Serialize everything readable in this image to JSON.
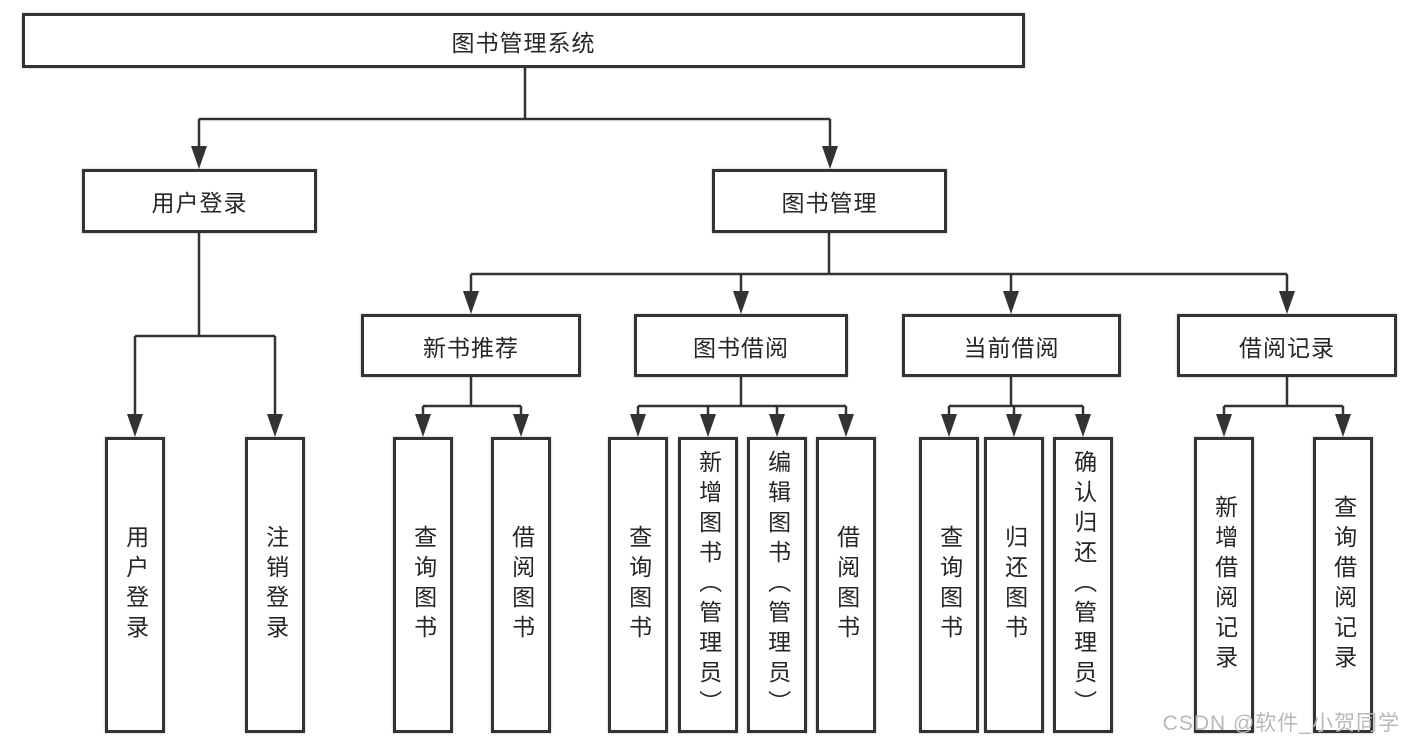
{
  "tree": {
    "root": {
      "label": "图书管理系统",
      "children": [
        {
          "label": "用户登录",
          "children": [
            {
              "label": "用户登录"
            },
            {
              "label": "注销登录"
            }
          ]
        },
        {
          "label": "图书管理",
          "children": [
            {
              "label": "新书推荐",
              "children": [
                {
                  "label": "查询图书"
                },
                {
                  "label": "借阅图书"
                }
              ]
            },
            {
              "label": "图书借阅",
              "children": [
                {
                  "label": "查询图书"
                },
                {
                  "label": "新增图书（管理员）"
                },
                {
                  "label": "编辑图书（管理员）"
                },
                {
                  "label": "借阅图书"
                }
              ]
            },
            {
              "label": "当前借阅",
              "children": [
                {
                  "label": "查询图书"
                },
                {
                  "label": "归还图书"
                },
                {
                  "label": "确认归还（管理员）"
                }
              ]
            },
            {
              "label": "借阅记录",
              "children": [
                {
                  "label": "新增借阅记录"
                },
                {
                  "label": "查询借阅记录"
                }
              ]
            }
          ]
        }
      ]
    }
  },
  "watermark": "CSDN @软件_小贺同学",
  "colors": {
    "line": "#333333",
    "box_border": "#333333",
    "text": "#262626",
    "watermark": "#b5b9be",
    "background": "#ffffff"
  }
}
